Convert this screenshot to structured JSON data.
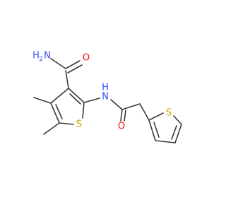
{
  "molecule": {
    "atoms": {
      "amide_n": {
        "symbol": "N",
        "h": "H",
        "sub": "2",
        "color": "#3050f8"
      },
      "amide_o": {
        "symbol": "O",
        "color": "#ff0d0d"
      },
      "nh_n": {
        "symbol": "N",
        "h": "H",
        "color": "#3050f8"
      },
      "acyl_o": {
        "symbol": "O",
        "color": "#ff0d0d"
      },
      "ring1_s": {
        "symbol": "S",
        "color": "#c8a400"
      },
      "ring2_s": {
        "symbol": "S",
        "color": "#c8a400"
      }
    },
    "bond_color": "#3a3a3a"
  }
}
